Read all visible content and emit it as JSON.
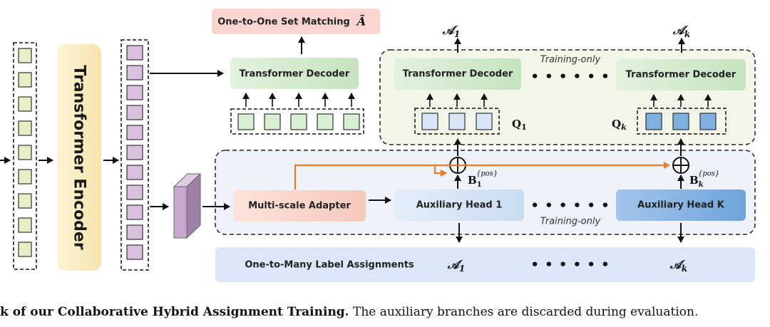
{
  "labels": {
    "one_to_one": "One-to-One Set Matching",
    "one_to_one_symbol": "Ã",
    "encoder": "Transformer Encoder",
    "decoder_main": "Transformer Decoder",
    "decoder_aux_1": "Transformer Decoder",
    "decoder_aux_k": "Transformer Decoder",
    "adapter": "Multi-scale Adapter",
    "aux_head_1": "Auxiliary Head 1",
    "aux_head_k": "Auxiliary Head K",
    "training_only_top": "Training-only",
    "training_only_bottom": "Training-only",
    "one_to_many": "One-to-Many Label Assignments",
    "dots": "• • •   • • •"
  },
  "math": {
    "A": "𝒜",
    "sub_1": "1",
    "sub_k": "k",
    "Q": "Q",
    "B": "B",
    "pos_sup": "{pos}",
    "oplus": "⊕"
  },
  "caption": {
    "bold": "k of our Collaborative Hybrid Assignment Training.",
    "normal": " The auxiliary branches are discarded during evaluation."
  },
  "colors": {
    "encoder_token": "#e6f0c4",
    "encoder_block": "#fbf0c9",
    "feature_token": "#d8c0de",
    "query_green": "#d9efd2",
    "query_light_blue": "#d8e6f7",
    "query_blue": "#7fb0e0",
    "decoder_green": "#d5ebd1",
    "pink": "#fbd5cf",
    "adapter": "#fbdcd1",
    "aux_head_1": "#d9e7f6",
    "aux_head_k": "#8db9e6",
    "bottom_bar": "#dbe7f6",
    "orange": "#e87a2c",
    "region_blue": "#eef3fb",
    "region_green": "#f1f6e9"
  }
}
